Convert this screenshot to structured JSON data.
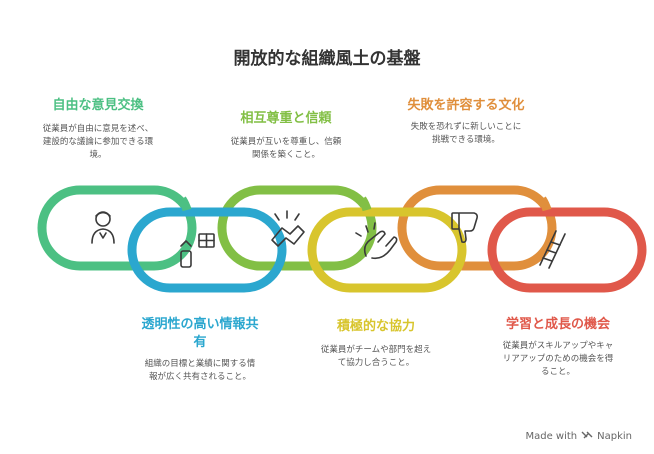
{
  "title": "開放的な組織風土の基盤",
  "colors": {
    "green": "#4cc083",
    "blue": "#2ba7cf",
    "lime": "#82bf45",
    "yellow": "#d8c52d",
    "orange": "#e08f3c",
    "red": "#e0584a"
  },
  "items": [
    {
      "title": "自由な意見交換",
      "desc": "従業員が自由に意見を述べ、建設的な議論に参加できる環境。",
      "icon": "person-icon"
    },
    {
      "title": "透明性の高い情報共有",
      "desc": "組織の目標と業績に関する情報が広く共有されること。",
      "icon": "devices-icon"
    },
    {
      "title": "相互尊重と信頼",
      "desc": "従業員が互いを尊重し、信頼関係を築くこと。",
      "icon": "handshake-icon"
    },
    {
      "title": "積極的な協力",
      "desc": "従業員がチームや部門を超えて協力し合うこと。",
      "icon": "clapping-hands-icon"
    },
    {
      "title": "失敗を許容する文化",
      "desc": "失敗を恐れずに新しいことに挑戦できる環境。",
      "icon": "thumbs-down-icon"
    },
    {
      "title": "学習と成長の機会",
      "desc": "従業員がスキルアップやキャリアアップのための機会を得ること。",
      "icon": "ladder-icon"
    }
  ],
  "footer": {
    "made_with": "Made with",
    "brand": "Napkin"
  }
}
